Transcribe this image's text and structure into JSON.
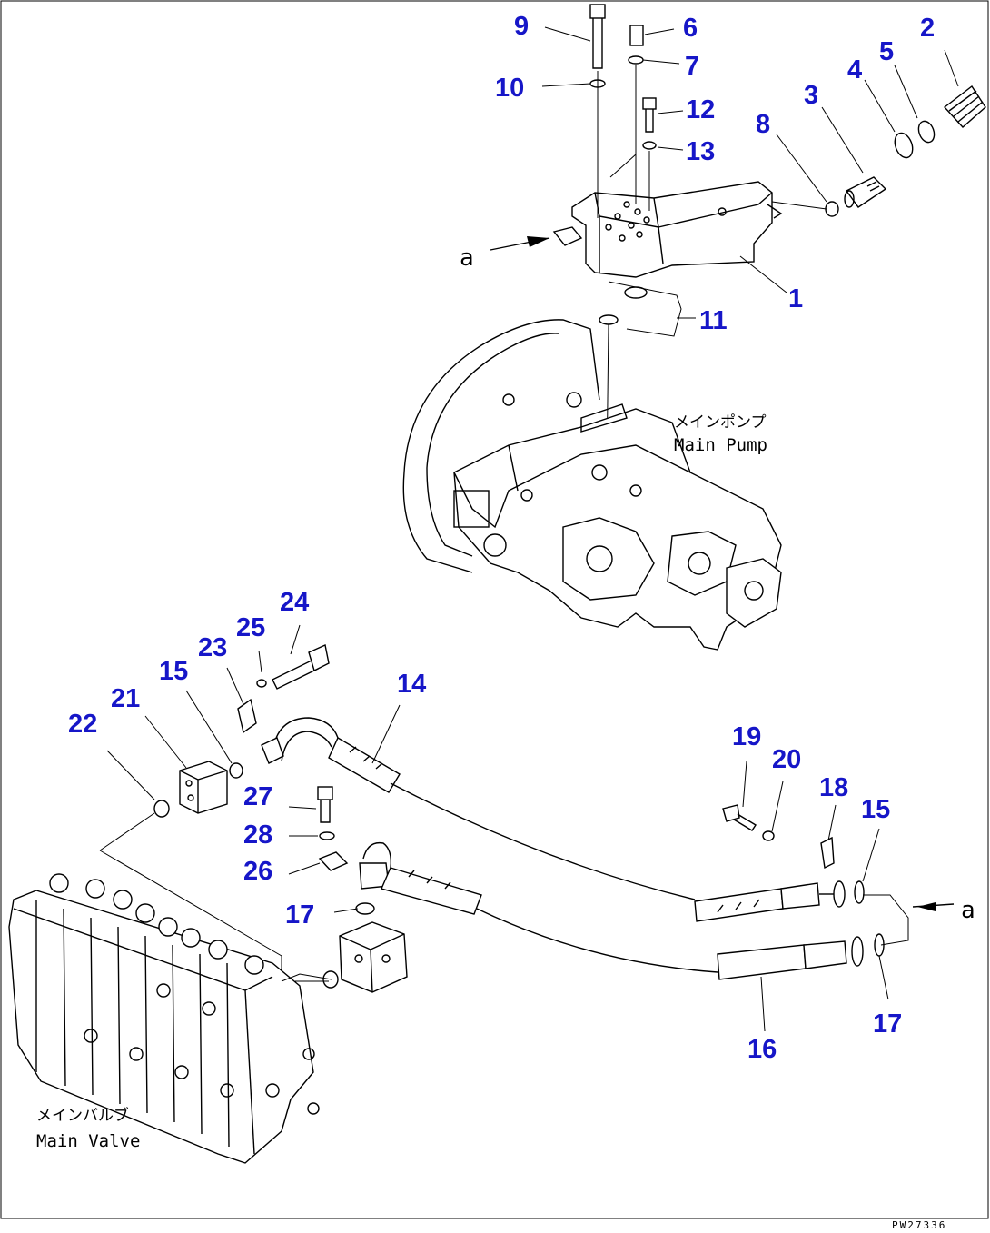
{
  "part_numbers": [
    {
      "id": "p9",
      "text": "9"
    },
    {
      "id": "p6",
      "text": "6"
    },
    {
      "id": "p2",
      "text": "2"
    },
    {
      "id": "p7",
      "text": "7"
    },
    {
      "id": "p5",
      "text": "5"
    },
    {
      "id": "p4",
      "text": "4"
    },
    {
      "id": "p10",
      "text": "10"
    },
    {
      "id": "p3",
      "text": "3"
    },
    {
      "id": "p12",
      "text": "12"
    },
    {
      "id": "p8",
      "text": "8"
    },
    {
      "id": "p13",
      "text": "13"
    },
    {
      "id": "p1",
      "text": "1"
    },
    {
      "id": "p11",
      "text": "11"
    },
    {
      "id": "p24",
      "text": "24"
    },
    {
      "id": "p25",
      "text": "25"
    },
    {
      "id": "p23",
      "text": "23"
    },
    {
      "id": "p14",
      "text": "14"
    },
    {
      "id": "p15a",
      "text": "15"
    },
    {
      "id": "p21",
      "text": "21"
    },
    {
      "id": "p22",
      "text": "22"
    },
    {
      "id": "p19",
      "text": "19"
    },
    {
      "id": "p20",
      "text": "20"
    },
    {
      "id": "p18",
      "text": "18"
    },
    {
      "id": "p27",
      "text": "27"
    },
    {
      "id": "p15b",
      "text": "15"
    },
    {
      "id": "p28",
      "text": "28"
    },
    {
      "id": "p26",
      "text": "26"
    },
    {
      "id": "p17a",
      "text": "17"
    },
    {
      "id": "p17b",
      "text": "17"
    },
    {
      "id": "p16",
      "text": "16"
    }
  ],
  "labels": {
    "arrow_a_left": "a",
    "arrow_a_right": "a",
    "main_pump_jp": "メインポンプ",
    "main_pump_en": "Main Pump",
    "main_valve_jp": "メインバルブ",
    "main_valve_en": "Main Valve",
    "drawing_code": "PW27336"
  }
}
